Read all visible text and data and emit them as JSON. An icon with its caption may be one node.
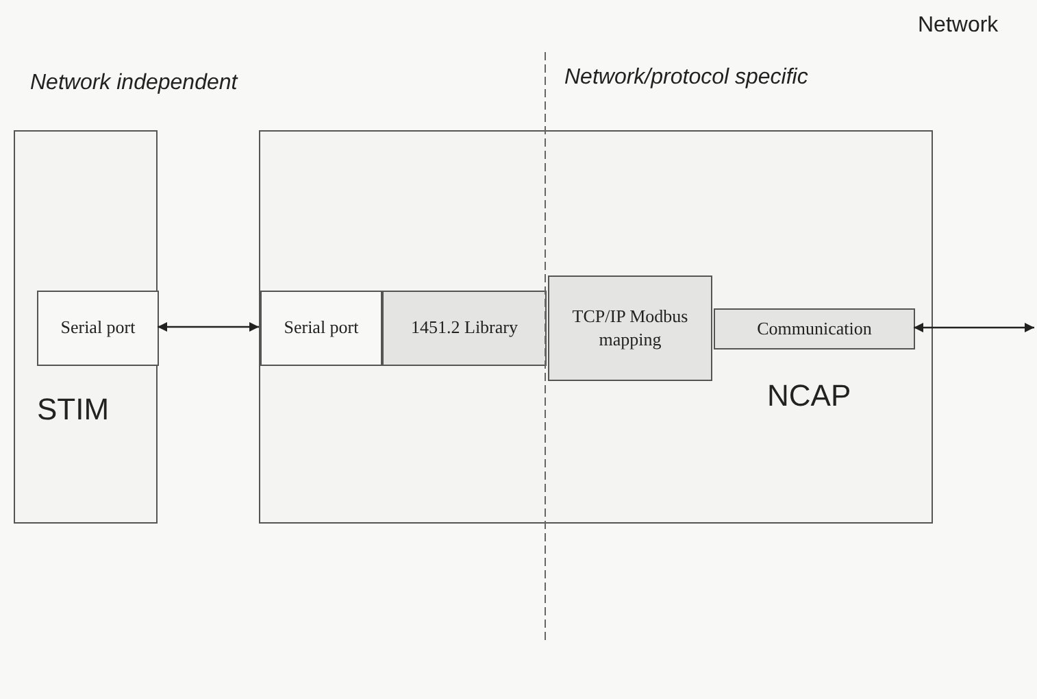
{
  "diagram": {
    "nodes": [
      {
        "text": [
          "STIM"
        ]
      },
      {
        "text": [
          "Serial port"
        ],
        "in": 0
      },
      {
        "text": [
          "NCAP"
        ]
      },
      {
        "text": [
          "Serial port"
        ],
        "in": 2
      },
      {
        "text": [
          "1451.2 Library"
        ],
        "in": 2
      },
      {
        "text": [
          "TCP/IP Modbus mapping"
        ],
        "in": 2
      },
      {
        "text": [
          "Communication"
        ],
        "in": 2
      }
    ],
    "edges": [
      {
        "from": 1,
        "to": 3,
        "arrow": "both"
      },
      {
        "from": 6,
        "to": null,
        "arrow": "both"
      }
    ],
    "labels": [
      "Network",
      "Network independent",
      "Network/protocol specific"
    ]
  }
}
